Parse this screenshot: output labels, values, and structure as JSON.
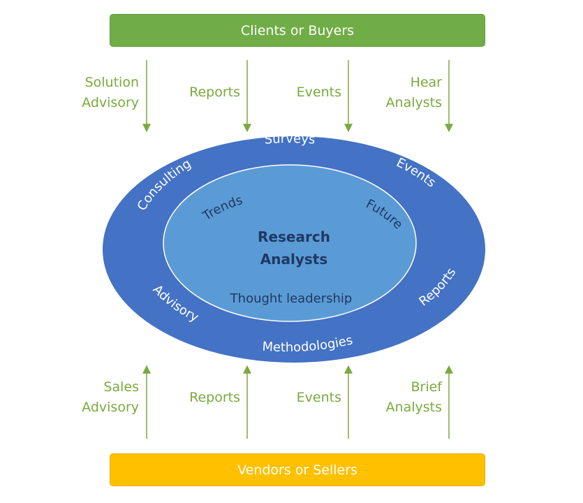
{
  "top_bar": {
    "label": "Clients or Buyers",
    "color": "#70ad47"
  },
  "bottom_bar": {
    "label": "Vendors or Sellers",
    "color": "#ffc000"
  },
  "top_flows": [
    {
      "lines": [
        "Solution",
        "Advisory"
      ]
    },
    {
      "lines": [
        "Reports"
      ]
    },
    {
      "lines": [
        "Events"
      ]
    },
    {
      "lines": [
        "Hear",
        "Analysts"
      ]
    }
  ],
  "bottom_flows": [
    {
      "lines": [
        "Sales",
        "Advisory"
      ]
    },
    {
      "lines": [
        "Reports"
      ]
    },
    {
      "lines": [
        "Events"
      ]
    },
    {
      "lines": [
        "Brief",
        "Analysts"
      ]
    }
  ],
  "outer_ring": {
    "color": "#4472c4",
    "labels": {
      "surveys": "Surveys",
      "events": "Events",
      "consulting": "Consulting",
      "advisory": "Advisory",
      "reports": "Reports",
      "methodologies": "Methodologies"
    }
  },
  "inner_ellipse": {
    "color": "#5b9bd5",
    "labels": {
      "trends": "Trends",
      "future": "Future",
      "thought_leadership": "Thought leadership"
    }
  },
  "center": {
    "line1": "Research",
    "line2": "Analysts"
  },
  "arrow_color": "#7aa93d"
}
